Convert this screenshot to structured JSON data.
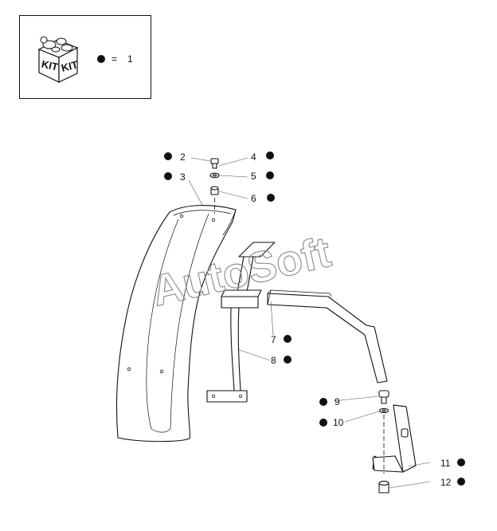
{
  "legend": {
    "kit_left": "KIT",
    "kit_right": "KIT",
    "equals": "=",
    "value": "1"
  },
  "watermark": "AutoSoft",
  "callouts": {
    "c2": "2",
    "c3": "3",
    "c4": "4",
    "c5": "5",
    "c6": "6",
    "c7": "7",
    "c8": "8",
    "c9": "9",
    "c10": "10",
    "c11": "11",
    "c12": "12"
  }
}
